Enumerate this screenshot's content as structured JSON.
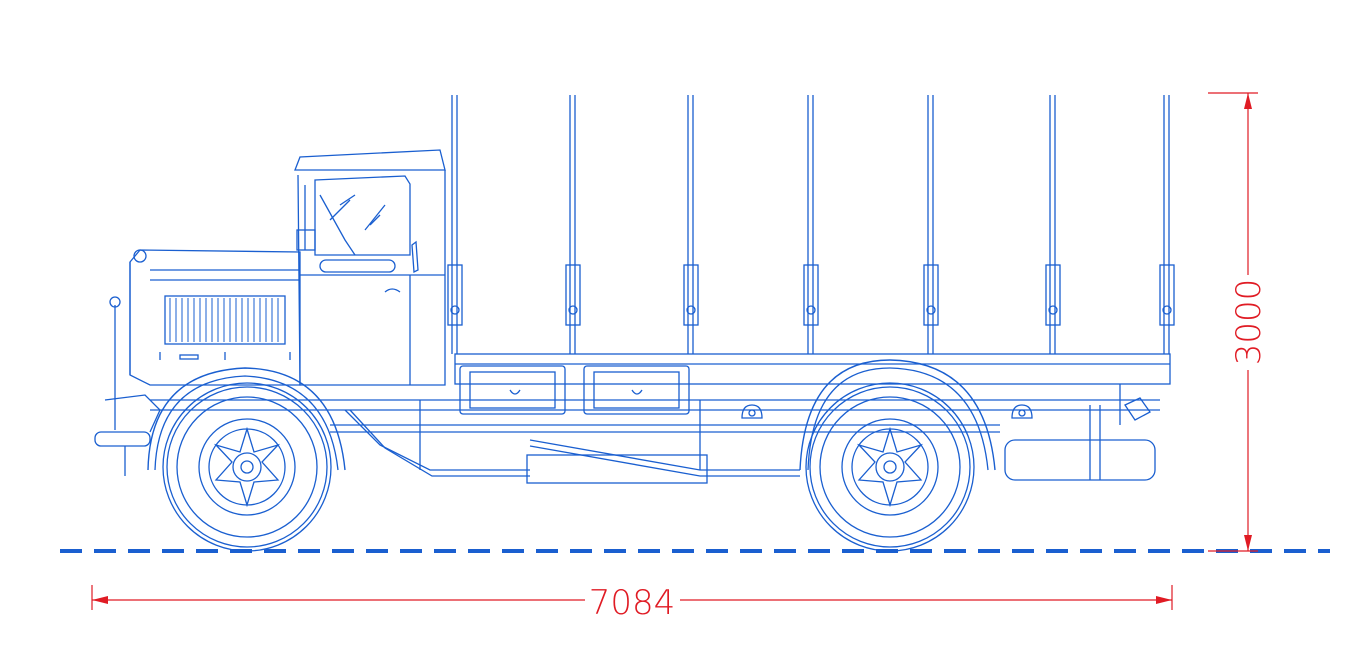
{
  "colors": {
    "linework": "#1a5fd0",
    "ground": "#1a5fd0",
    "dimension": "#e01b24",
    "background": "#ffffff"
  },
  "dimensions": {
    "length_label": "7084",
    "height_label": "3000"
  },
  "subject": {
    "stake_count": 7,
    "wheel_count": 2
  }
}
